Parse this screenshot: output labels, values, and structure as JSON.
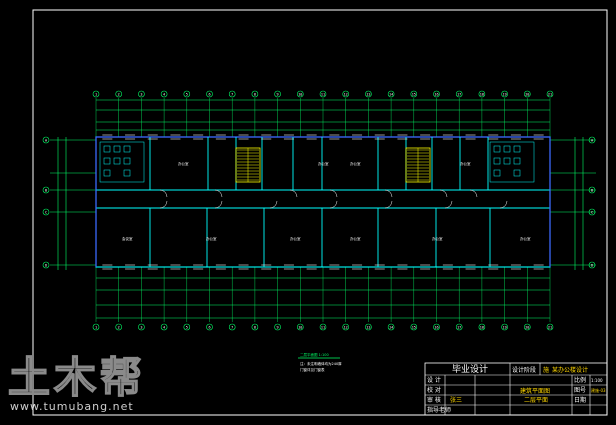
{
  "drawing": {
    "scale_note_line1": "二层平面图 1:100",
    "scale_note_line2": "注：未注明墙体均为240厚",
    "scale_note_line3": "门窗详见门窗表",
    "room_labels": [
      "办公室",
      "办公室",
      "办公室",
      "办公室",
      "会议室",
      "办公室",
      "办公室",
      "办公室",
      "办公室",
      "办公室"
    ],
    "axis_labels_top": [
      "1",
      "2",
      "3",
      "4",
      "5",
      "6",
      "7",
      "8",
      "9",
      "10",
      "11",
      "12",
      "13",
      "14",
      "15",
      "16",
      "17",
      "18",
      "19",
      "20",
      "21"
    ],
    "axis_labels_side": [
      "A",
      "B",
      "C",
      "D"
    ]
  },
  "title_block": {
    "title": "毕业设计",
    "design_stage_label": "设计阶段",
    "design_stage_value": "施",
    "project_name": "某办公楼设计",
    "drawing_name_line1": "建筑平面图",
    "drawing_name_line2": "二层平面",
    "row_labels": [
      "设 计",
      "校 对",
      "审 核",
      "指导老师"
    ],
    "scale_label": "比例",
    "scale_value": "1:100",
    "sheet_label": "图号",
    "sheet_value": "建施-03",
    "date_label": "日期",
    "signature_text": "张三"
  },
  "watermark": {
    "logo_text": "土木帮",
    "url": "www.tumubang.net"
  },
  "colors": {
    "wall": "#00ffff",
    "dimension": "#00ff66",
    "stair": "#ffff00",
    "frame": "#ffffff",
    "bubble": "#00ff66",
    "title_text": "#ffffff",
    "blue_wall": "#4060ff"
  }
}
